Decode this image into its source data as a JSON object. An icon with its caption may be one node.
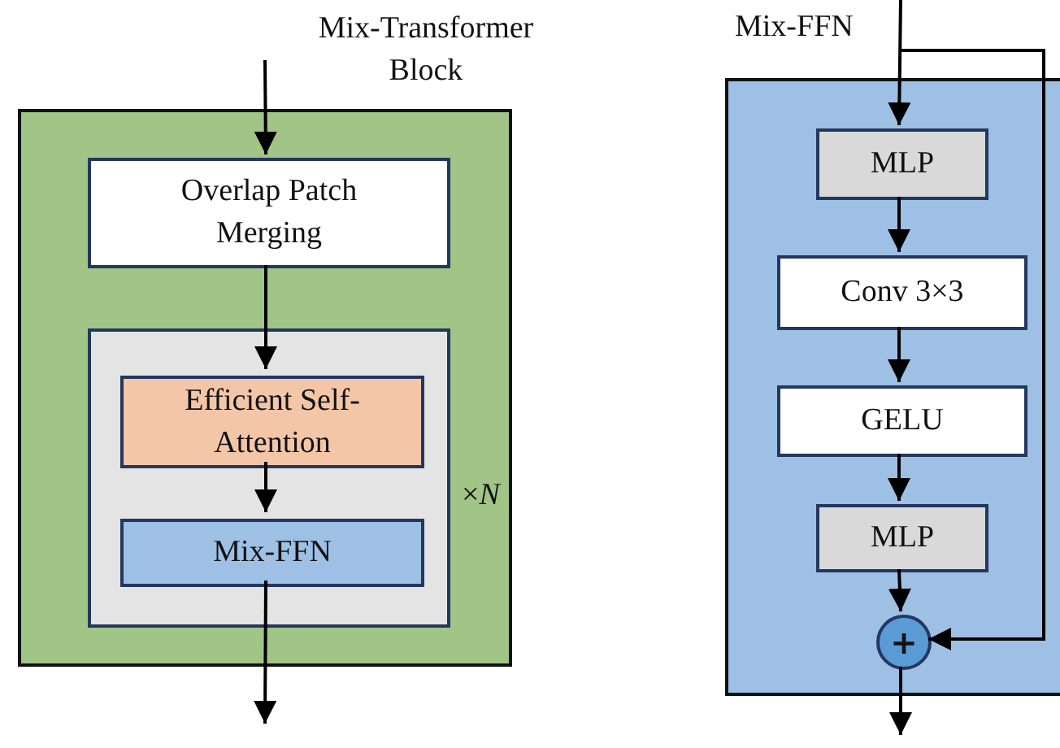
{
  "diagram": {
    "nodes": [
      {
        "text": [
          "Mix-Transformer Block"
        ]
      },
      {
        "text": [
          "Overlap Patch Merging"
        ],
        "in": 0
      },
      {
        "text": [],
        "shape": "box",
        "in": 0,
        "beside": [
          "×*N*"
        ]
      },
      {
        "text": [
          "Efficient Self-Attention"
        ],
        "in": 2
      },
      {
        "text": [
          "Mix-FFN"
        ],
        "in": 2
      },
      {
        "text": [
          "Mix-FFN"
        ]
      },
      {
        "text": [
          "MLP"
        ],
        "in": 5
      },
      {
        "text": [
          "Conv 3×3"
        ],
        "in": 5
      },
      {
        "text": [
          "GELU"
        ],
        "in": 5
      },
      {
        "text": [
          "MLP"
        ],
        "in": 5
      },
      {
        "text": [
          "+"
        ],
        "in": 5
      }
    ],
    "edges": [
      {
        "from": null,
        "to": 1,
        "arrow": "to"
      },
      {
        "from": 1,
        "to": 3,
        "arrow": "to"
      },
      {
        "from": 3,
        "to": 4,
        "arrow": "to"
      },
      {
        "from": 4,
        "to": null,
        "arrow": "to"
      },
      {
        "from": null,
        "to": 6,
        "arrow": "to"
      },
      {
        "from": 6,
        "to": 7,
        "arrow": "to"
      },
      {
        "from": 7,
        "to": 8,
        "arrow": "to"
      },
      {
        "from": 8,
        "to": 9,
        "arrow": "to"
      },
      {
        "from": 9,
        "to": 10,
        "arrow": "to"
      },
      {
        "from": null,
        "to": 10,
        "arrow": "to"
      },
      {
        "from": 10,
        "to": null,
        "arrow": "to"
      }
    ]
  }
}
